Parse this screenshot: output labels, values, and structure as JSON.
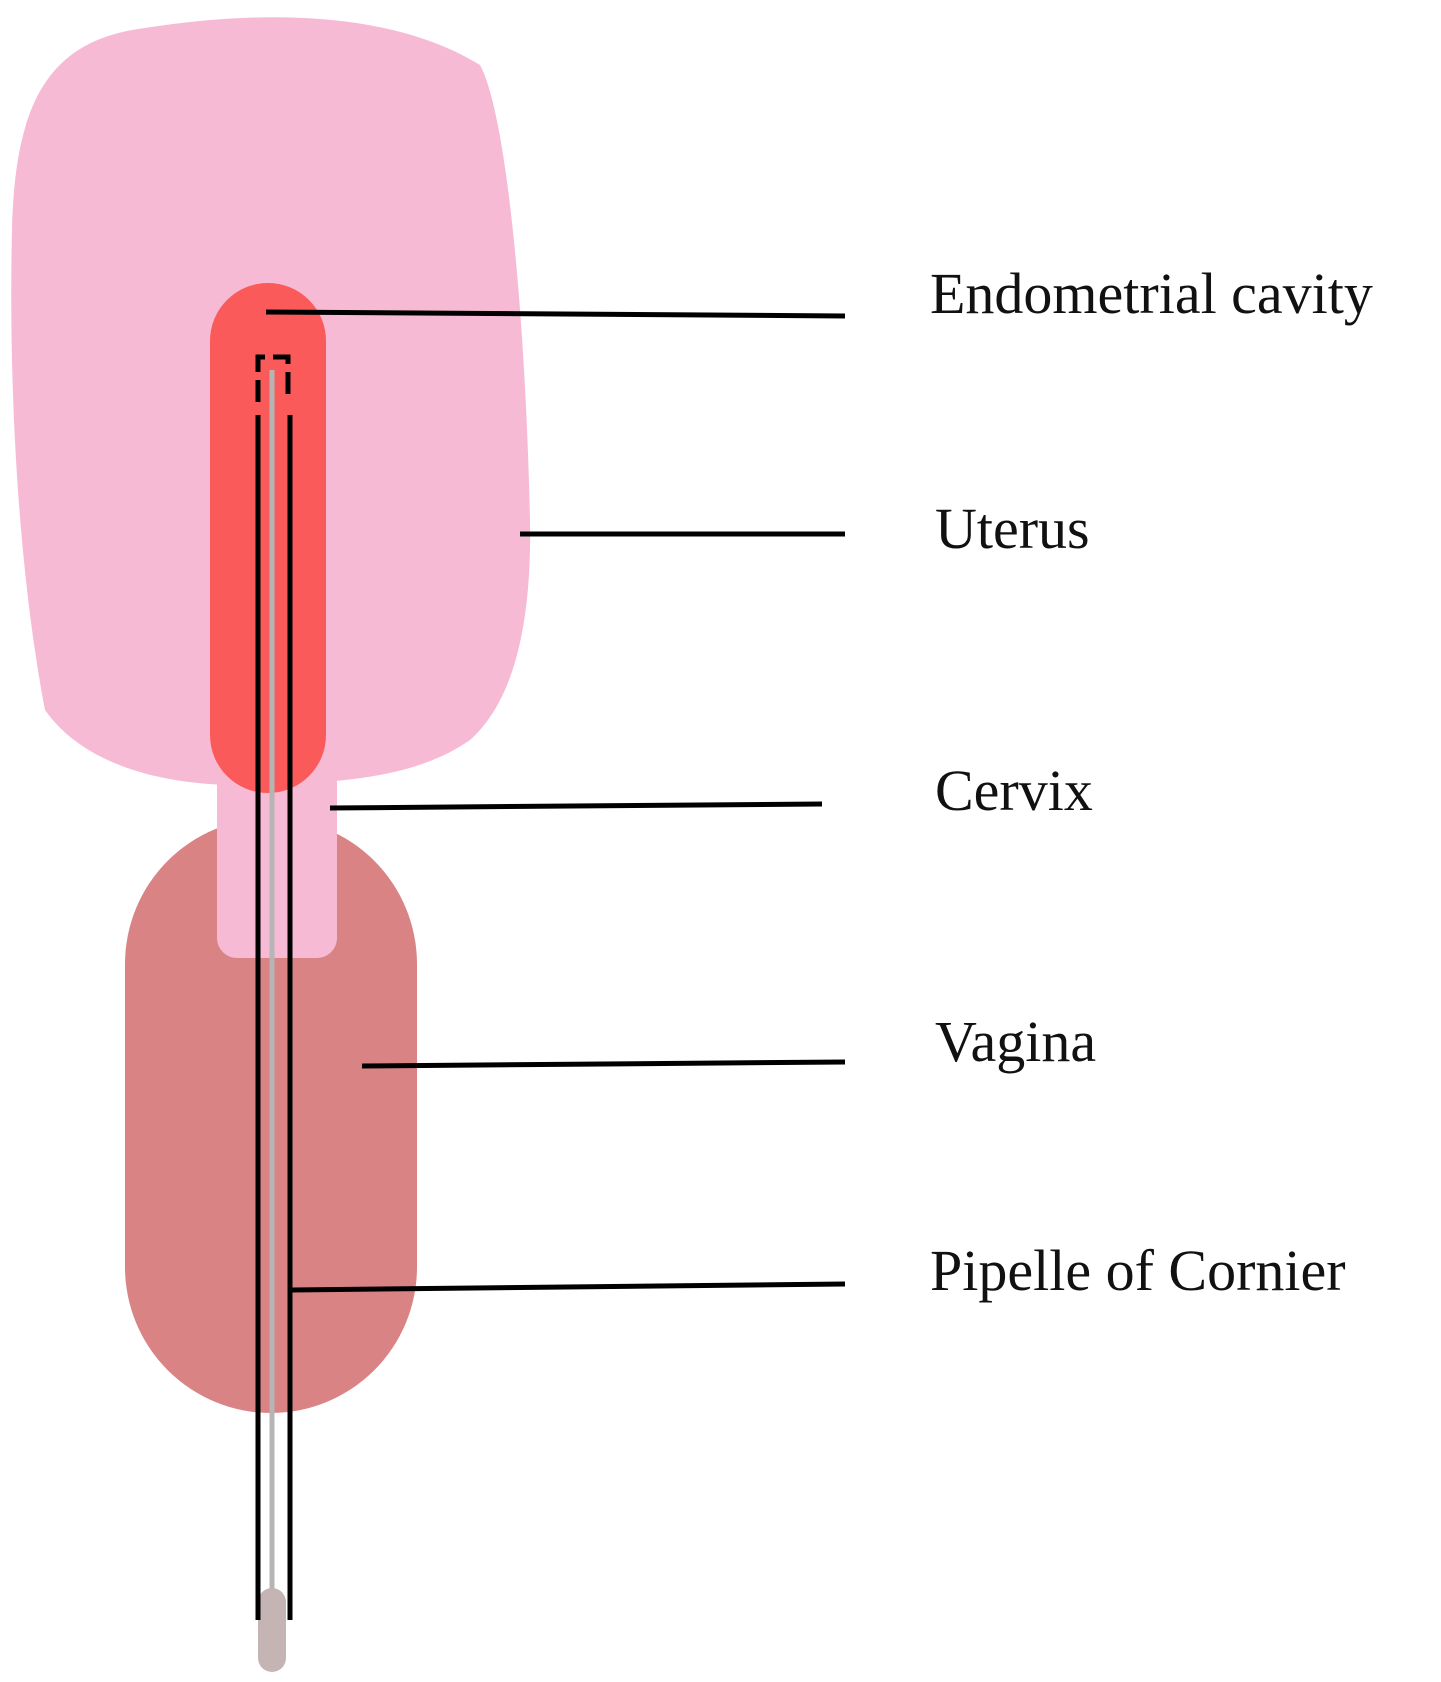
{
  "labels": {
    "endometrial_cavity": "Endometrial cavity",
    "uterus": "Uterus",
    "cervix": "Cervix",
    "vagina": "Vagina",
    "pipelle": "Pipelle of Cornier"
  },
  "colors": {
    "uterus": "#f7bad5",
    "endometrial_cavity": "#fb5a5a",
    "cervix": "#f7bad5",
    "vagina": "#da8385",
    "pipelle_tip": "#c4b4b4",
    "pipelle_rod": "#b5b5b5",
    "leader_line": "#000000",
    "text": "#111111"
  }
}
